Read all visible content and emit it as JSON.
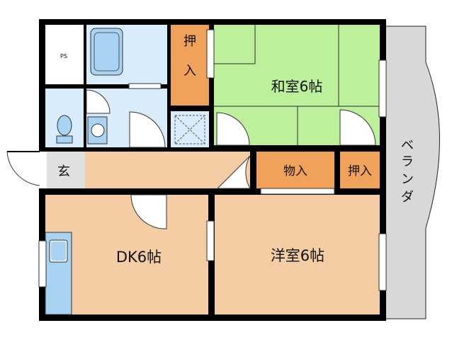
{
  "floorplan": {
    "rooms": {
      "washitsu": "和室6帖",
      "yoshitsu": "洋室6帖",
      "dk": "DK6帖",
      "genkan": "玄",
      "oshiire_top": "押入",
      "oshiire_right": "押入",
      "monoire": "物入",
      "ps": "PS",
      "veranda": [
        "ベ",
        "ラ",
        "ン",
        "ダ"
      ]
    },
    "colors": {
      "wall": "#000000",
      "tatami": "#bdf09a",
      "wood_floor": "#f4cda5",
      "closet": "#f1a25a",
      "wet_area": "#d9ecfb",
      "genkan": "#e0e0e0",
      "veranda": "#d8d8d8",
      "fixture": "#a9d3f2"
    }
  }
}
